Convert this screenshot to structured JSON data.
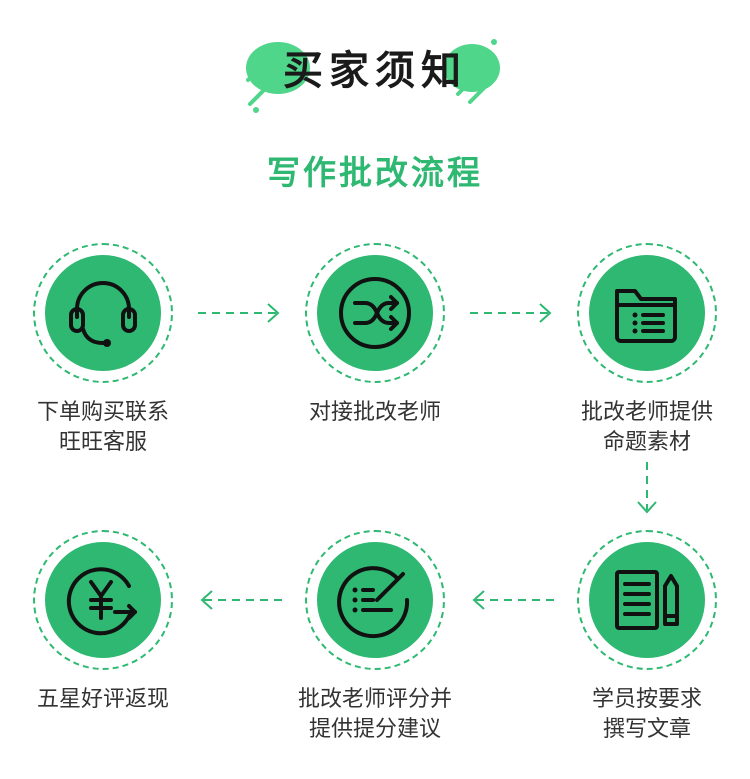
{
  "header": {
    "title": "买家须知",
    "subtitle": "写作批改流程"
  },
  "accent_color": "#2eb872",
  "steps": [
    {
      "line1": "下单购买联系",
      "line2": "旺旺客服",
      "icon": "headset-icon"
    },
    {
      "line1": "对接批改老师",
      "line2": "",
      "icon": "shuffle-icon"
    },
    {
      "line1": "批改老师提供",
      "line2": "命题素材",
      "icon": "folder-list-icon"
    },
    {
      "line1": "学员按要求",
      "line2": "撰写文章",
      "icon": "document-pencil-icon"
    },
    {
      "line1": "批改老师评分并",
      "line2": "提供提分建议",
      "icon": "check-list-icon"
    },
    {
      "line1": "五星好评返现",
      "line2": "",
      "icon": "yuan-return-icon"
    }
  ]
}
